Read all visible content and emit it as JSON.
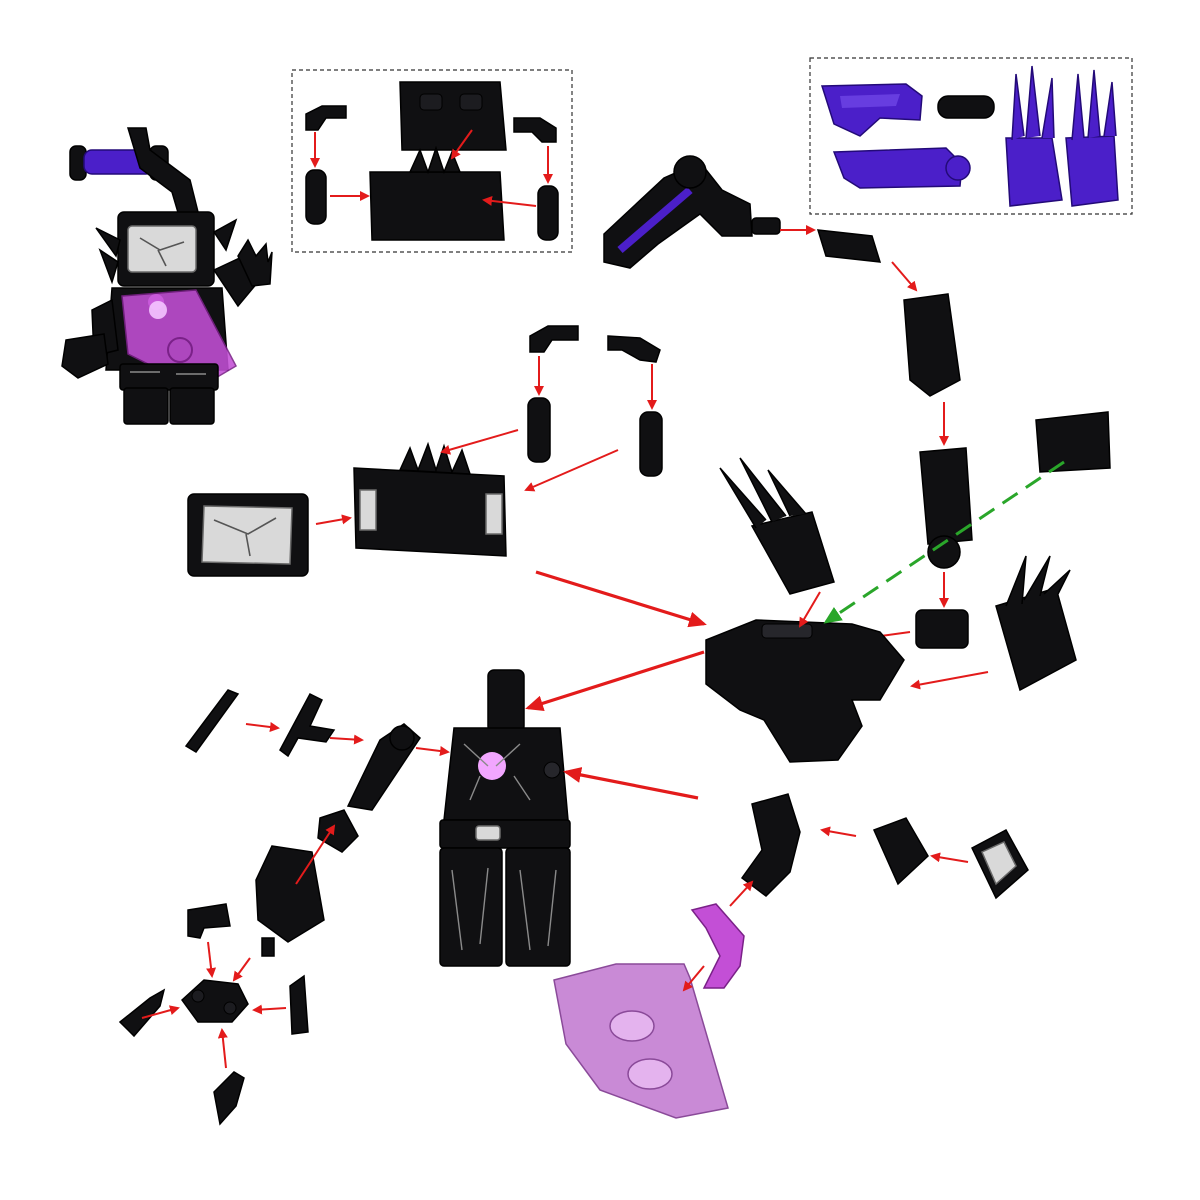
{
  "diagram": {
    "colors": {
      "background": "#ffffff",
      "black_parts": "#101012",
      "translucent_violet": "#4b1fc9",
      "translucent_pink": "#c98ad6",
      "screen_print": "#d9d9d9",
      "assembly_arrow": "#e31b1b",
      "alternate_arrow": "#2aa62a"
    },
    "groups": [
      "assembled-figure",
      "head-subassembly-box",
      "alternate-parts-box",
      "arm-chain",
      "torso-and-legs",
      "shoulder-armor",
      "cape-and-arm",
      "left-arm-chain",
      "bottom-left-joint-cluster"
    ]
  }
}
